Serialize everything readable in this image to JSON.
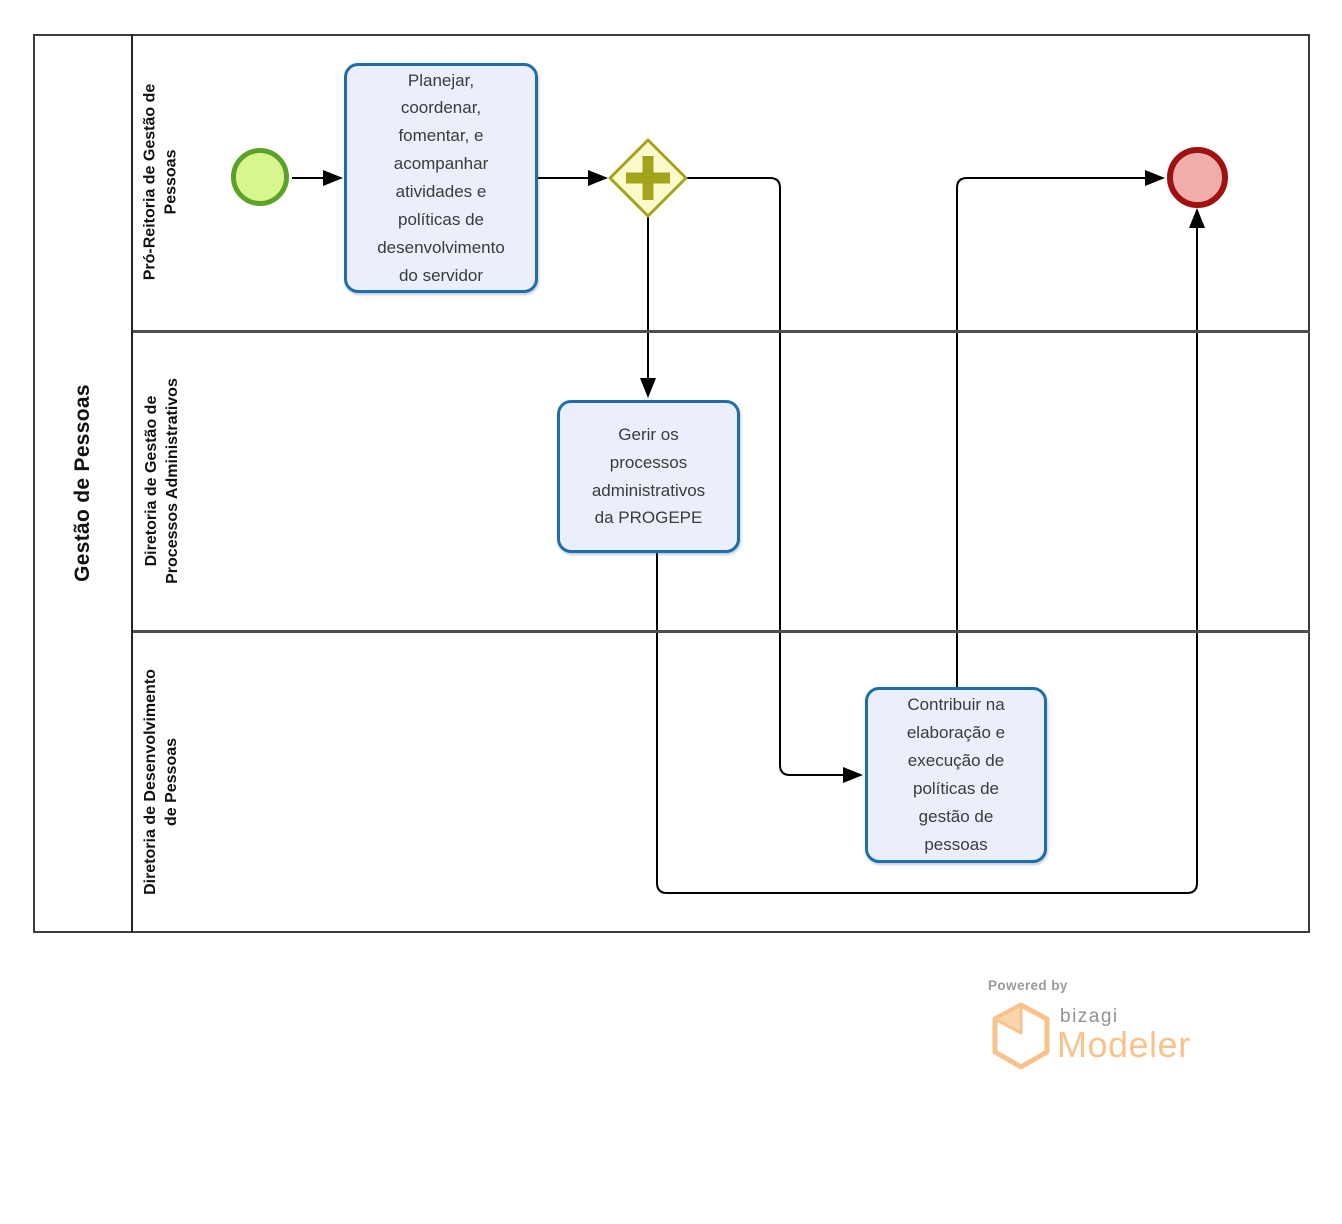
{
  "diagram": {
    "pool": {
      "label": "Gestão de Pessoas",
      "lanes": [
        {
          "id": "lane-pro-reitoria",
          "label": "Pró-Reitoria de Gestão de\nPessoas"
        },
        {
          "id": "lane-diretoria-gestao-processos",
          "label": "Diretoria de Gestão de\nProcessos Administrativos"
        },
        {
          "id": "lane-diretoria-desenvolvimento",
          "label": "Diretoria de Desenvolvimento\nde Pessoas"
        }
      ]
    },
    "nodes": {
      "start_event": {
        "type": "start-event"
      },
      "task_planejar": {
        "label": "Planejar,\ncoordenar,\nfomentar, e\nacompanhar\natividades e\npolíticas de\ndesenvolvimento\ndo servidor",
        "lane": "lane-pro-reitoria"
      },
      "gateway_parallel": {
        "type": "parallel-gateway",
        "symbol": "+"
      },
      "task_gerir": {
        "label": "Gerir os\nprocessos\nadministrativos\nda PROGEPE",
        "lane": "lane-diretoria-gestao-processos"
      },
      "task_contribuir": {
        "label": "Contribuir na\nelaboração e\nexecução de\npolíticas de\ngestão de\npessoas",
        "lane": "lane-diretoria-desenvolvimento"
      },
      "end_event": {
        "type": "end-event"
      }
    },
    "colors": {
      "task_border": "#1e6fa9",
      "task_fill": "#ebeffb",
      "start_border": "#5ba328",
      "start_fill": "#d9f68e",
      "end_border": "#a01111",
      "end_fill": "#f0aeab",
      "gateway_border": "#a4a41c",
      "gateway_fill": "#fafacd",
      "flow_line": "#000000",
      "lane_line": "#4f4f4f",
      "brand_orange": "#f8c28c",
      "brand_gray": "#8f9394"
    }
  },
  "branding": {
    "powered_by": "Powered by",
    "brand": "bizagi",
    "product": "Modeler"
  }
}
